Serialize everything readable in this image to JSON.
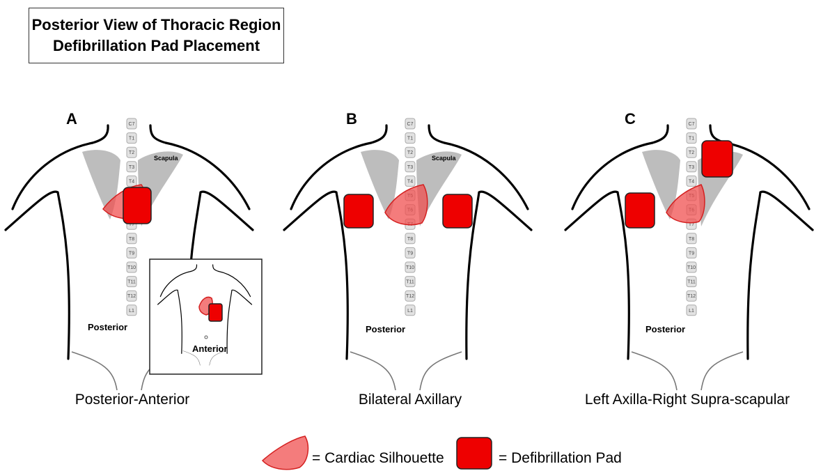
{
  "title": {
    "line1": "Posterior View of Thoracic Region",
    "line2": "Defibrillation Pad Placement"
  },
  "vertebrae": [
    "C7",
    "T1",
    "T2",
    "T3",
    "T4",
    "T5",
    "T6",
    "T7",
    "T8",
    "T9",
    "T10",
    "T11",
    "T12",
    "L1"
  ],
  "panels": [
    {
      "letter": "A",
      "scapula_label": "Scapula",
      "view_label": "Posterior",
      "caption": "Posterior-Anterior"
    },
    {
      "letter": "B",
      "scapula_label": "Scapula",
      "view_label": "Posterior",
      "caption": "Bilateral Axillary"
    },
    {
      "letter": "C",
      "scapula_label": "",
      "view_label": "Posterior",
      "caption": "Left Axilla-Right Supra-scapular"
    }
  ],
  "inset": {
    "label": "Anterior"
  },
  "legend": {
    "cardiac": "= Cardiac Silhouette",
    "pad": "= Defibrillation Pad"
  },
  "colors": {
    "pad": "#ee0000",
    "heart": "#f05050",
    "scapula": "#bdbdbd"
  }
}
